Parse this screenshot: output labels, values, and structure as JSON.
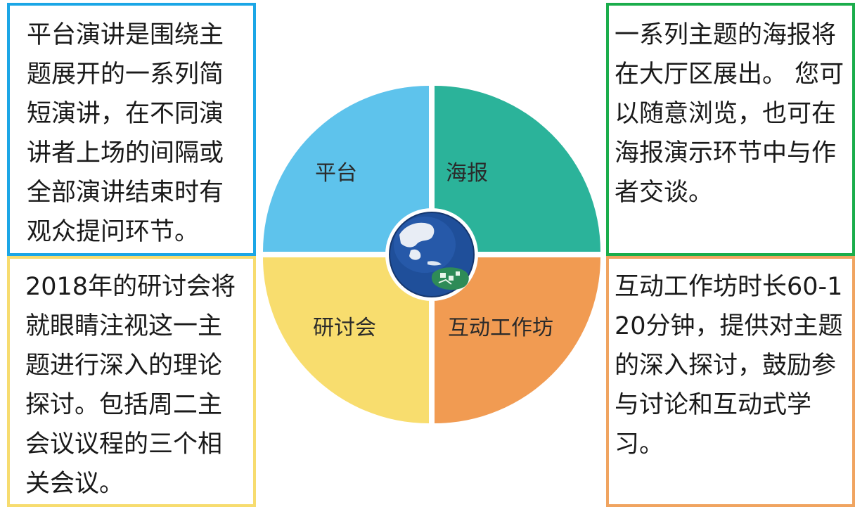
{
  "boxes": {
    "platform": {
      "text": "平台演讲是围绕主题展开的一系列简短演讲，在不同演讲者上场的间隔或全部演讲结束时有观众提问环节。",
      "border_color": "#1ba6e6"
    },
    "poster": {
      "text": "一系列主题的海报将在大厅区展出。 您可以随意浏览，也可在海报演示环节中与作者交谈。",
      "border_color": "#1aad4b"
    },
    "seminar": {
      "text": "2018年的研讨会将就眼睛注视这一主题进行深入的理论探讨。包括周二主会议议程的三个相关会议。",
      "border_color": "#f7dc6f"
    },
    "workshop": {
      "text": "互动工作坊时长60-120分钟，提供对主题的深入探讨，鼓励参与讨论和互动式学习。",
      "border_color": "#f0a460"
    }
  },
  "quadrants": {
    "platform": {
      "label": "平台",
      "color": "#5ec3ec"
    },
    "poster": {
      "label": "海报",
      "color": "#2bb39a"
    },
    "seminar": {
      "label": "研讨会",
      "color": "#f8dd6e"
    },
    "workshop": {
      "label": "互动工作坊",
      "color": "#f19b52"
    }
  },
  "center_logo": {
    "icon": "globe-icon",
    "ocean_color": "#1f4f9a",
    "land_color": "#2e8b57"
  }
}
